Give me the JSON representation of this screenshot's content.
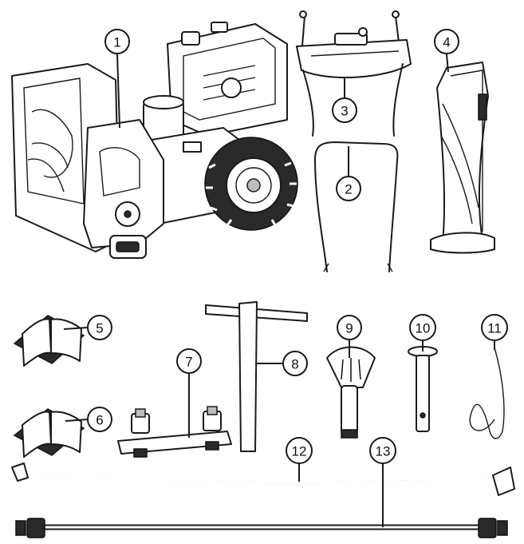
{
  "diagram": {
    "parts": [
      {
        "id": "1",
        "label": "1"
      },
      {
        "id": "2",
        "label": "2"
      },
      {
        "id": "3",
        "label": "3"
      },
      {
        "id": "4",
        "label": "4"
      },
      {
        "id": "5",
        "label": "5"
      },
      {
        "id": "6",
        "label": "6"
      },
      {
        "id": "7",
        "label": "7"
      },
      {
        "id": "8",
        "label": "8"
      },
      {
        "id": "9",
        "label": "9"
      },
      {
        "id": "10",
        "label": "10"
      },
      {
        "id": "11",
        "label": "11"
      },
      {
        "id": "12",
        "label": "12"
      },
      {
        "id": "13",
        "label": "13"
      }
    ],
    "manual_glyph": "i",
    "colors": {
      "line": "#1a1a1a",
      "fill": "#ffffff",
      "shade": "#bdbdbd"
    }
  }
}
